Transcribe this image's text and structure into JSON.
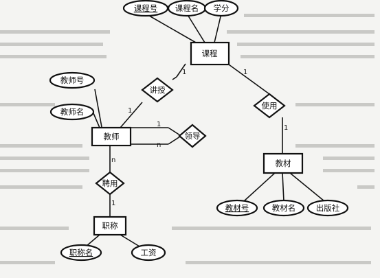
{
  "diagram": {
    "entities": {
      "course": "课程",
      "teacher": "教师",
      "textbook": "教材",
      "title": "职称"
    },
    "relationships": {
      "teaches": "讲授",
      "uses": "使用",
      "leads": "领导",
      "employs": "聘用"
    },
    "attributes": {
      "course_no": "课程号",
      "course_name": "课程名",
      "credit": "学分",
      "teacher_no": "教师号",
      "teacher_name": "教师名",
      "textbook_no": "教材号",
      "textbook_name": "教材名",
      "publisher": "出版社",
      "title_name": "职称名",
      "salary": "工资"
    },
    "cardinalities": {
      "teaches_course": "1",
      "teaches_teacher": "1",
      "uses_course": "1",
      "uses_textbook": "1",
      "leads_one": "1",
      "leads_many": "n",
      "employs_teacher": "n",
      "employs_title": "1"
    }
  }
}
